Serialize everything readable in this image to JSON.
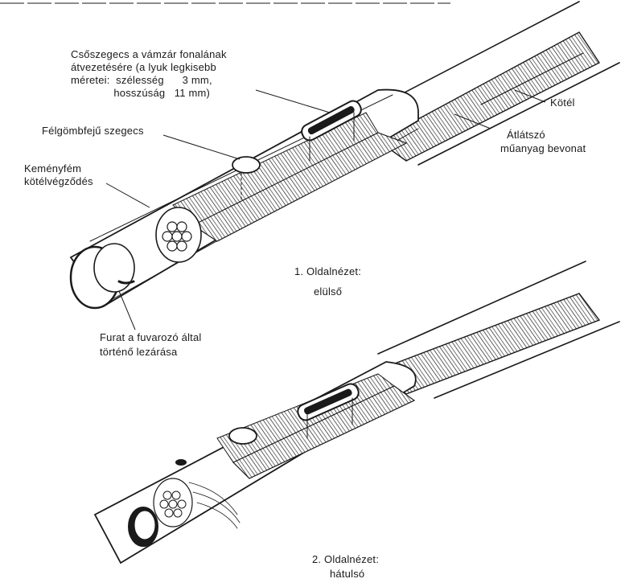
{
  "labels": {
    "rivet_tube": {
      "line1": "Csőszegecs a vámzár fonalának",
      "line2": "átvezetésére (a lyuk legkisebb",
      "line3": "méretei:  szélesség      3 mm,",
      "line4": "              hosszúság   11 mm)"
    },
    "cable": "Kötél",
    "coating": {
      "line1": "Átlátszó",
      "line2": "műanyag bevonat"
    },
    "domed_rivet": "Félgömbfejű szegecs",
    "hard_metal_end": {
      "line1": "Keményfém",
      "line2": "kötélvégződés"
    },
    "bore_seal": {
      "line1": "Furat a fuvarozó által",
      "line2": "történő lezárása"
    },
    "view_front": {
      "line1": "1. Oldalnézet:",
      "line2": "elülső"
    },
    "view_back": {
      "line1": "2. Oldalnézet:",
      "line2": "hátulsó"
    }
  },
  "colors": {
    "ink": "#1a1a1a",
    "paper": "#ffffff",
    "shade": "#d9d9d9"
  }
}
